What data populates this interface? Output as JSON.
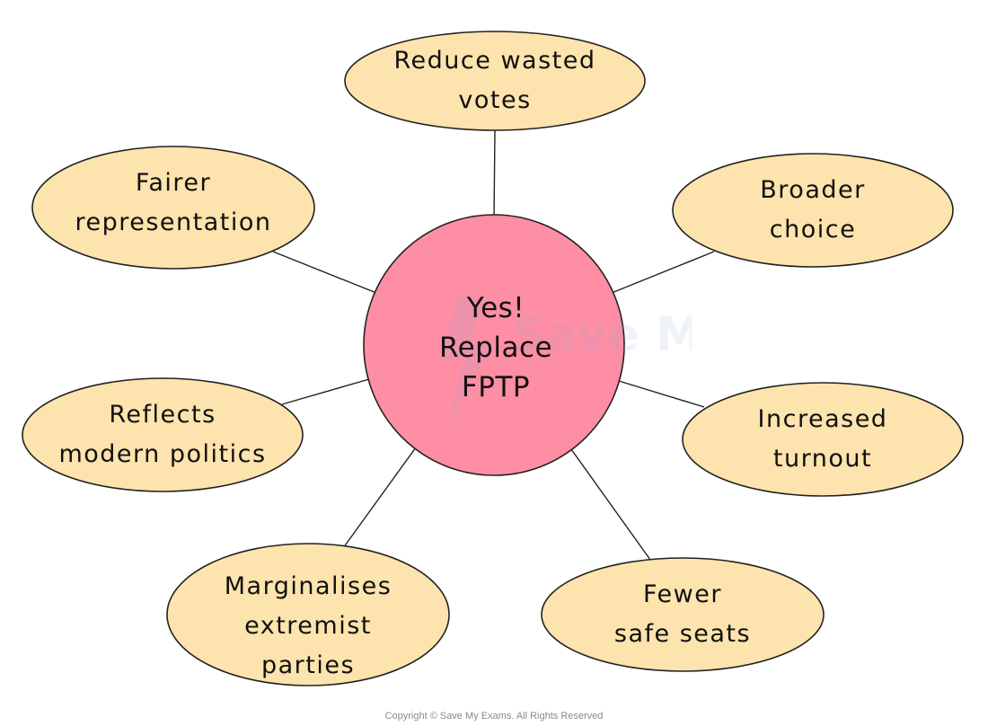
{
  "hub": {
    "lines": [
      "Yes!",
      "Replace",
      "FPTP"
    ],
    "color": "#fe8ea3"
  },
  "nodes": [
    {
      "id": "reduce-wasted-votes",
      "lines": [
        "Reduce wasted",
        "votes"
      ]
    },
    {
      "id": "broader-choice",
      "lines": [
        "Broader",
        "choice"
      ]
    },
    {
      "id": "increased-turnout",
      "lines": [
        "Increased",
        "turnout"
      ]
    },
    {
      "id": "fewer-safe-seats",
      "lines": [
        "Fewer",
        "safe seats"
      ]
    },
    {
      "id": "marginalises-extremist-parties",
      "lines": [
        "Marginalises",
        "extremist",
        "parties"
      ]
    },
    {
      "id": "reflects-modern-politics",
      "lines": [
        "Reflects",
        "modern politics"
      ]
    },
    {
      "id": "fairer-representation",
      "lines": [
        "Fairer",
        "representation"
      ]
    }
  ],
  "node_color": "#fde3ad",
  "watermark": "Save My Exams",
  "copyright": "Copyright © Save My Exams. All Rights Reserved"
}
